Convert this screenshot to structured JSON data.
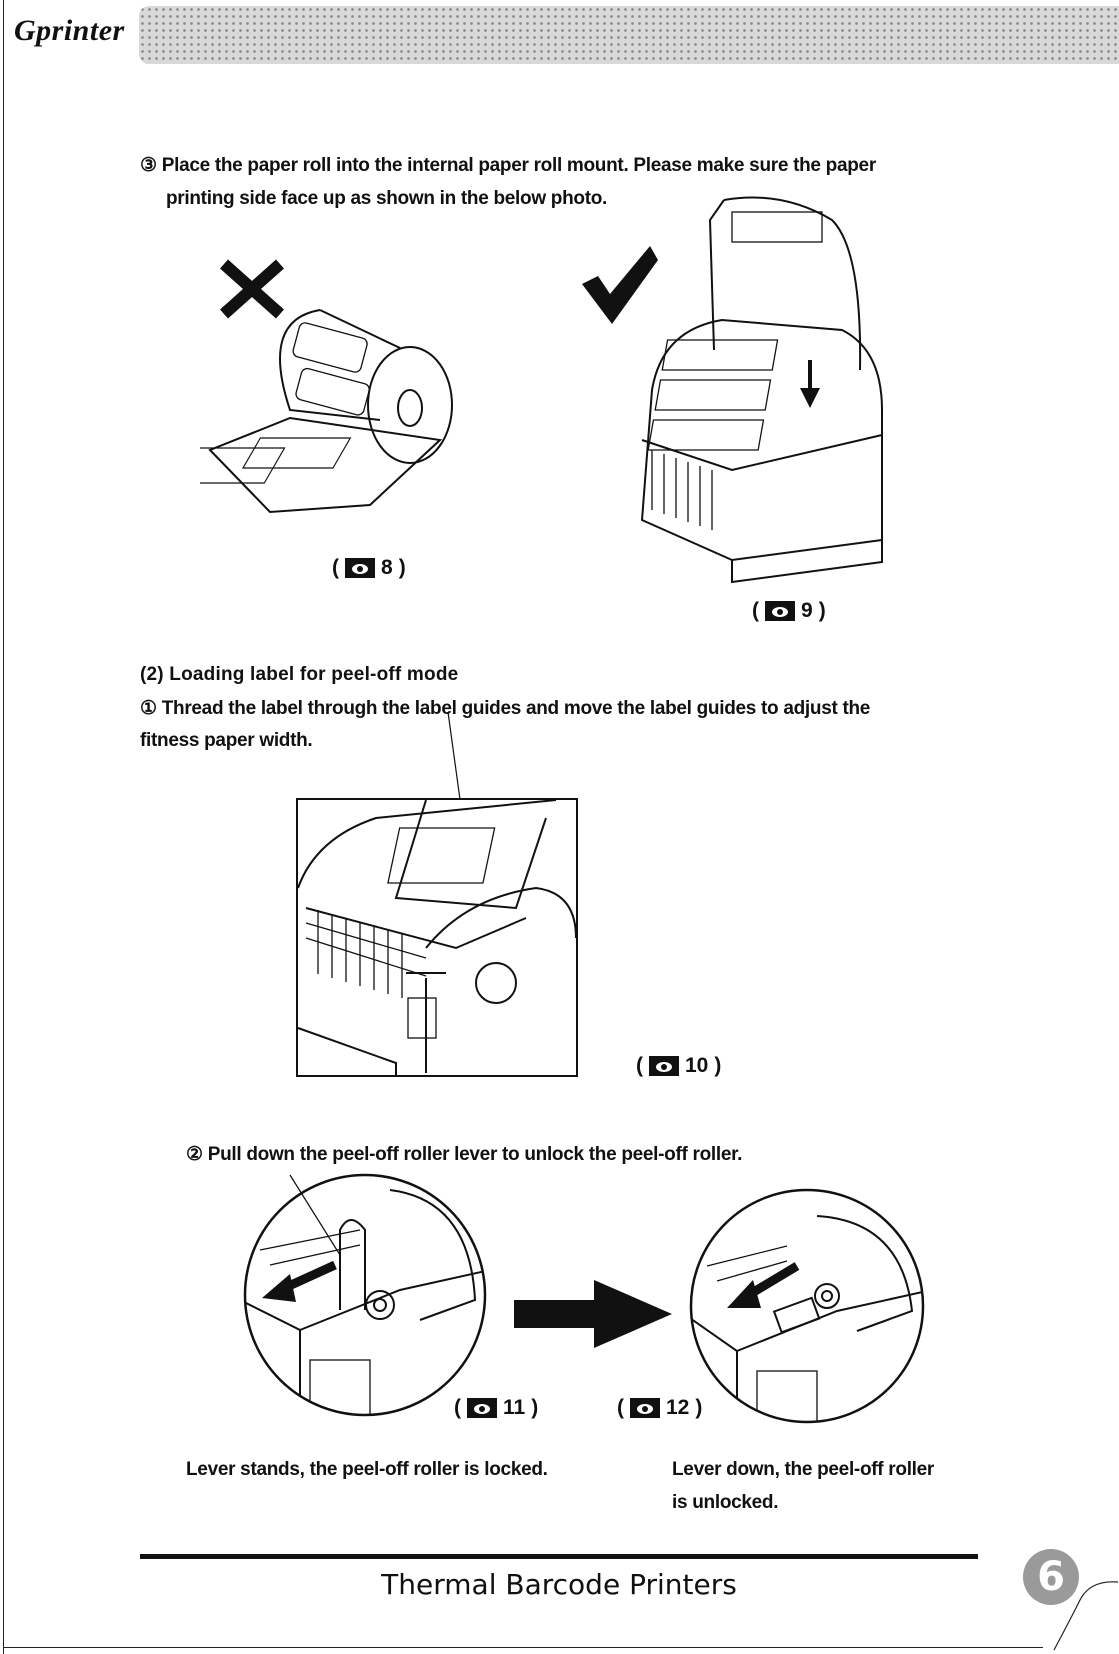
{
  "header": {
    "brand": "Gprinter"
  },
  "step3": {
    "line1": "③ Place the paper roll into the internal paper roll mount. Please make sure the   paper",
    "line2": "printing side face up as shown in the below photo."
  },
  "figures": {
    "fig8": "8",
    "fig9": "9",
    "fig10": "10",
    "fig11": "11",
    "fig12": "12",
    "open_paren": "(",
    "close_paren": ")"
  },
  "section2": {
    "heading": "(2) Loading label for peel-off mode",
    "step1_line1": "① Thread the label through the label guides and move the label guides to adjust the",
    "step1_line2": "fitness paper width.",
    "step2": "② Pull down the peel-off roller lever to unlock the peel-off roller."
  },
  "captions": {
    "locked": "Lever stands, the peel-off roller is locked.",
    "unlocked_line1": "Lever down, the peel-off roller",
    "unlocked_line2": "is unlocked."
  },
  "footer": {
    "title": "Thermal Barcode Printers",
    "page_number": "6"
  },
  "icons": {
    "wrong": "cross-icon",
    "right": "check-icon",
    "figure": "figure-eye-icon"
  }
}
